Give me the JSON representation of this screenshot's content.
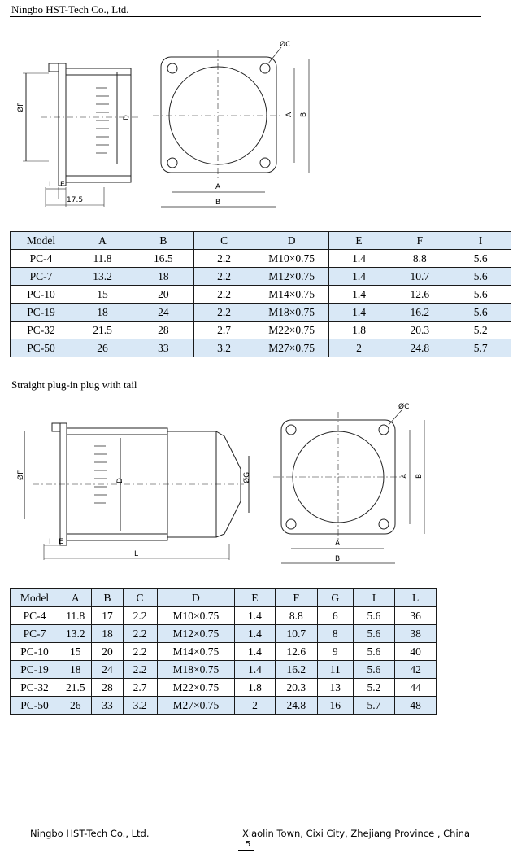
{
  "header": {
    "company": "Ningbo HST-Tech Co., Ltd."
  },
  "drawing1": {
    "side_labels": {
      "f": "ØF",
      "d": "D",
      "i": "I",
      "e": "E",
      "dim": "17.5"
    },
    "front_labels": {
      "c": "ØC",
      "a_vert": "A",
      "b_vert": "B",
      "a_horiz": "A",
      "b_horiz": "B"
    }
  },
  "table1": {
    "headers": [
      "Model",
      "A",
      "B",
      "C",
      "D",
      "E",
      "F",
      "I"
    ],
    "rows": [
      [
        "PC-4",
        "11.8",
        "16.5",
        "2.2",
        "M10×0.75",
        "1.4",
        "8.8",
        "5.6"
      ],
      [
        "PC-7",
        "13.2",
        "18",
        "2.2",
        "M12×0.75",
        "1.4",
        "10.7",
        "5.6"
      ],
      [
        "PC-10",
        "15",
        "20",
        "2.2",
        "M14×0.75",
        "1.4",
        "12.6",
        "5.6"
      ],
      [
        "PC-19",
        "18",
        "24",
        "2.2",
        "M18×0.75",
        "1.4",
        "16.2",
        "5.6"
      ],
      [
        "PC-32",
        "21.5",
        "28",
        "2.7",
        "M22×0.75",
        "1.8",
        "20.3",
        "5.2"
      ],
      [
        "PC-50",
        "26",
        "33",
        "3.2",
        "M27×0.75",
        "2",
        "24.8",
        "5.7"
      ]
    ]
  },
  "section2": {
    "caption": "Straight plug-in plug with tail"
  },
  "drawing2": {
    "side_labels": {
      "f": "ØF",
      "d": "D",
      "g": "ØG",
      "i": "I",
      "e": "E",
      "l": "L"
    },
    "front_labels": {
      "c": "ØC",
      "a_vert": "A",
      "b_vert": "B",
      "a_horiz": "A",
      "b_horiz": "B"
    }
  },
  "table2": {
    "headers": [
      "Model",
      "A",
      "B",
      "C",
      "D",
      "E",
      "F",
      "G",
      "I",
      "L"
    ],
    "rows": [
      [
        "PC-4",
        "11.8",
        "17",
        "2.2",
        "M10×0.75",
        "1.4",
        "8.8",
        "6",
        "5.6",
        "36"
      ],
      [
        "PC-7",
        "13.2",
        "18",
        "2.2",
        "M12×0.75",
        "1.4",
        "10.7",
        "8",
        "5.6",
        "38"
      ],
      [
        "PC-10",
        "15",
        "20",
        "2.2",
        "M14×0.75",
        "1.4",
        "12.6",
        "9",
        "5.6",
        "40"
      ],
      [
        "PC-19",
        "18",
        "24",
        "2.2",
        "M18×0.75",
        "1.4",
        "16.2",
        "11",
        "5.6",
        "42"
      ],
      [
        "PC-32",
        "21.5",
        "28",
        "2.7",
        "M22×0.75",
        "1.8",
        "20.3",
        "13",
        "5.2",
        "44"
      ],
      [
        "PC-50",
        "26",
        "33",
        "3.2",
        "M27×0.75",
        "2",
        "24.8",
        "16",
        "5.7",
        "48"
      ]
    ]
  },
  "footer": {
    "company": "Ningbo HST-Tech Co., Ltd.",
    "address": "Xiaolin Town, Cixi City, Zhejiang Province , China",
    "page": "5"
  }
}
